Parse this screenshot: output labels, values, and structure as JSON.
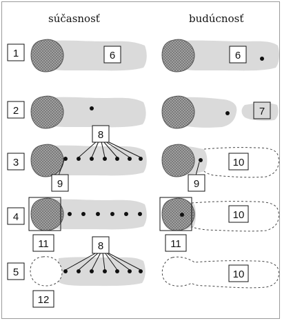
{
  "columns": {
    "left": "súčasnosť",
    "right": "budúcnosť"
  },
  "row_numbers": [
    "1",
    "2",
    "3",
    "4",
    "5"
  ],
  "labels": {
    "l6": "6",
    "r6": "6",
    "r7": "7",
    "l8a": "8",
    "l8b": "8",
    "l9": "9",
    "r9": "9",
    "r10a": "10",
    "r10b": "10",
    "r10c": "10",
    "l11": "11",
    "r11": "11",
    "l12": "12"
  },
  "colors": {
    "body": "#dadada",
    "nucleus": "#9a9a9a",
    "line": "#111111"
  }
}
